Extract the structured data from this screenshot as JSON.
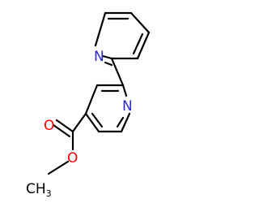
{
  "molecule": {
    "atoms": {
      "n_top": "N",
      "n_mid": "N",
      "o_carbonyl": "O",
      "o_ester": "O",
      "methyl": {
        "main": "CH",
        "sub": "3"
      }
    },
    "colors": {
      "bond": "#000000",
      "nitrogen": "#2b2bd4",
      "oxygen": "#ff0000",
      "carbon": "#000000"
    }
  }
}
